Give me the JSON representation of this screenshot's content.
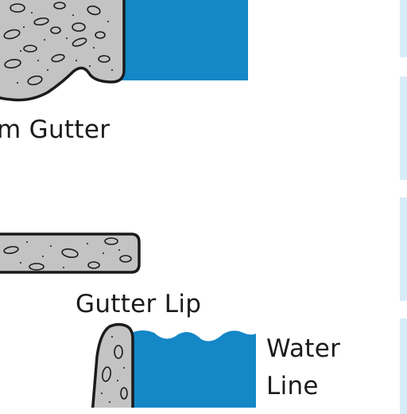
{
  "labels": {
    "storm_gutter": "m Gutter",
    "gutter_lip": "Gutter Lip",
    "water_line": [
      "Water",
      "Line"
    ]
  },
  "colors": {
    "water": "#1487c7",
    "concrete": "#c3c3c3",
    "outline": "#1b1b1b",
    "soil": "#8a6a3a",
    "side_panel": "#d7ecf8"
  },
  "right_panels": 4
}
